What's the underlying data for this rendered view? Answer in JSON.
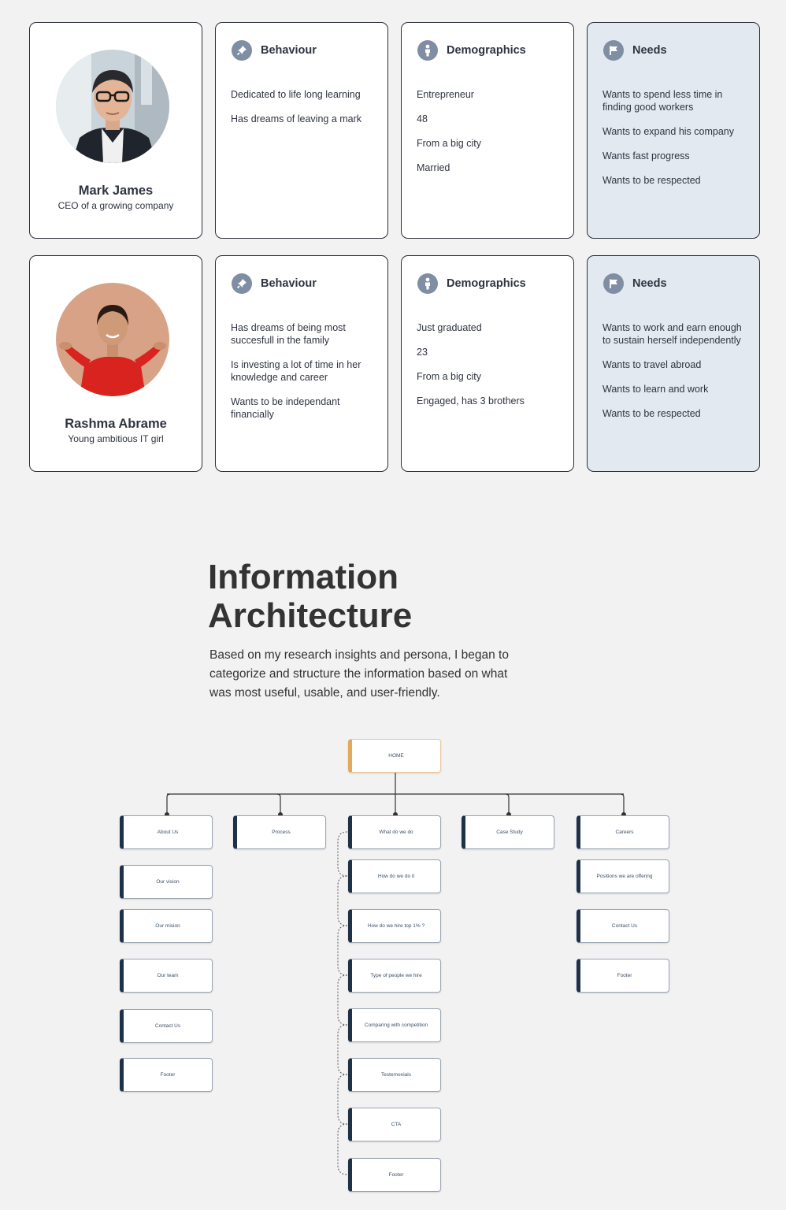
{
  "personas": [
    {
      "name": "Mark James",
      "role": "CEO of a growing company",
      "photo": "man-portrait",
      "behaviour": {
        "title": "Behaviour",
        "icon": "pin-icon",
        "items": [
          "Dedicated to life long learning",
          "Has dreams of leaving a mark"
        ]
      },
      "demographics": {
        "title": "Demographics",
        "icon": "person-icon",
        "items": [
          "Entrepreneur",
          "48",
          "From a big city",
          "Married"
        ]
      },
      "needs": {
        "title": "Needs",
        "icon": "flag-icon",
        "items": [
          "Wants to spend less time in finding good workers",
          "Wants to expand his company",
          "Wants fast progress",
          "Wants to be respected"
        ]
      }
    },
    {
      "name": "Rashma Abrame",
      "role": "Young ambitious IT girl",
      "photo": "woman-portrait",
      "behaviour": {
        "title": "Behaviour",
        "icon": "pin-icon",
        "items": [
          "Has dreams of being most succesfull in the family",
          "Is investing a lot of time in her knowledge and career",
          "Wants to be independant financially"
        ]
      },
      "demographics": {
        "title": "Demographics",
        "icon": "person-icon",
        "items": [
          "Just graduated",
          "23",
          "From a big city",
          "Engaged, has 3 brothers"
        ]
      },
      "needs": {
        "title": "Needs",
        "icon": "flag-icon",
        "items": [
          "Wants to work and earn enough to sustain herself independently",
          "Wants to travel abroad",
          "Wants to learn and work",
          "Wants to be respected"
        ]
      }
    }
  ],
  "ia": {
    "title_line1": "Information",
    "title_line2": "Architecture",
    "intro": "Based on my research insights and persona, I began to categorize and structure the information based on what was most useful, usable, and user-friendly."
  },
  "sitemap": {
    "home": "HOME",
    "columns": [
      {
        "label": "About Us",
        "children": [
          "Our vision",
          "Our mision",
          "Our team",
          "Contact Us",
          "Footer"
        ]
      },
      {
        "label": "Process",
        "children": []
      },
      {
        "label": "What do we do",
        "children": [
          "How do we do it",
          "How do we hire top 1% ?",
          "Type of people we hire",
          "Comparing with competition",
          "Testemonials",
          "CTA",
          "Footer"
        ]
      },
      {
        "label": "Case Study",
        "children": []
      },
      {
        "label": "Careers",
        "children": [
          "Positions we are offering",
          "Contact Us",
          "Footer"
        ]
      }
    ]
  },
  "colors": {
    "card_border": "#2b2f38",
    "needs_bg": "#e3e9f1",
    "icon_bg": "#7f8ea3",
    "node_accent": "#1d3149",
    "home_accent": "#e4a85a",
    "text_dark": "#2f3440"
  }
}
